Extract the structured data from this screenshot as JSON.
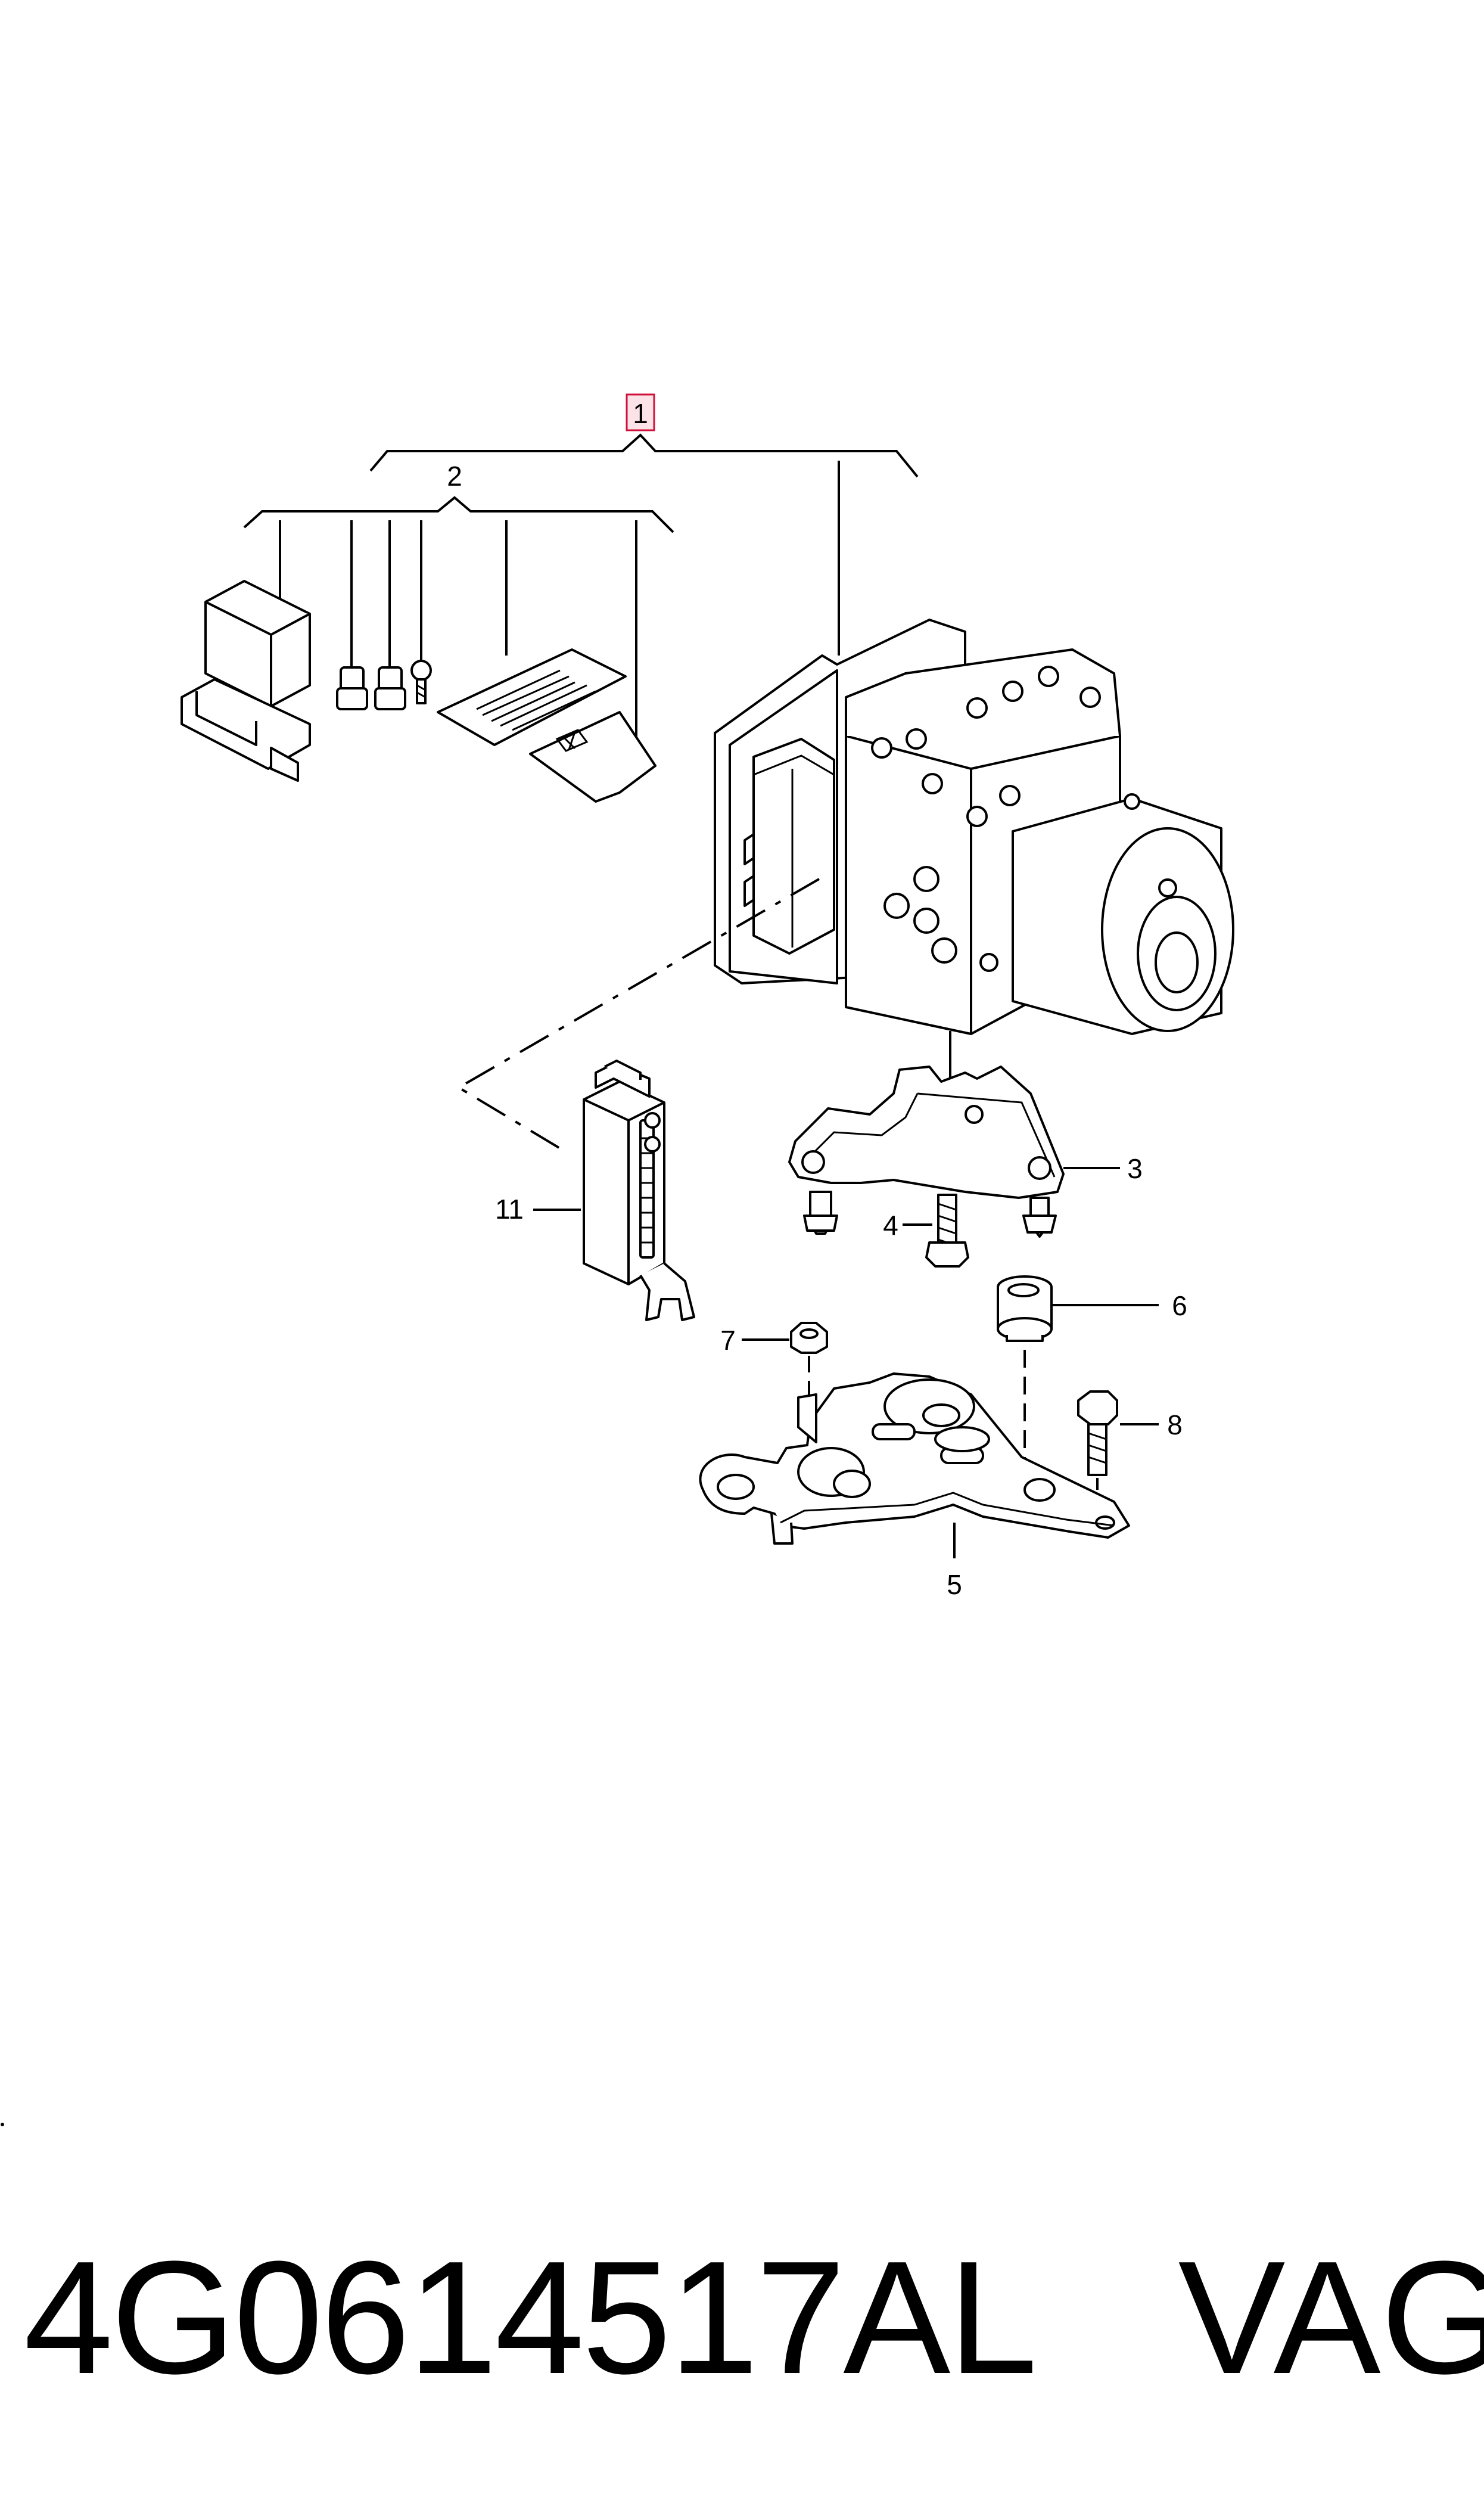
{
  "callouts": {
    "c1": "1",
    "c2": "2",
    "c3": "3",
    "c4": "4",
    "c5": "5",
    "c6": "6",
    "c7": "7",
    "c8": "8",
    "c11": "11"
  },
  "caption": {
    "part_code": "4G0614517AL",
    "manufacturer": "VAG"
  },
  "colors": {
    "highlight_box": "#d0103a",
    "highlight_fill": "#fbe3e8",
    "ink": "#000000"
  }
}
